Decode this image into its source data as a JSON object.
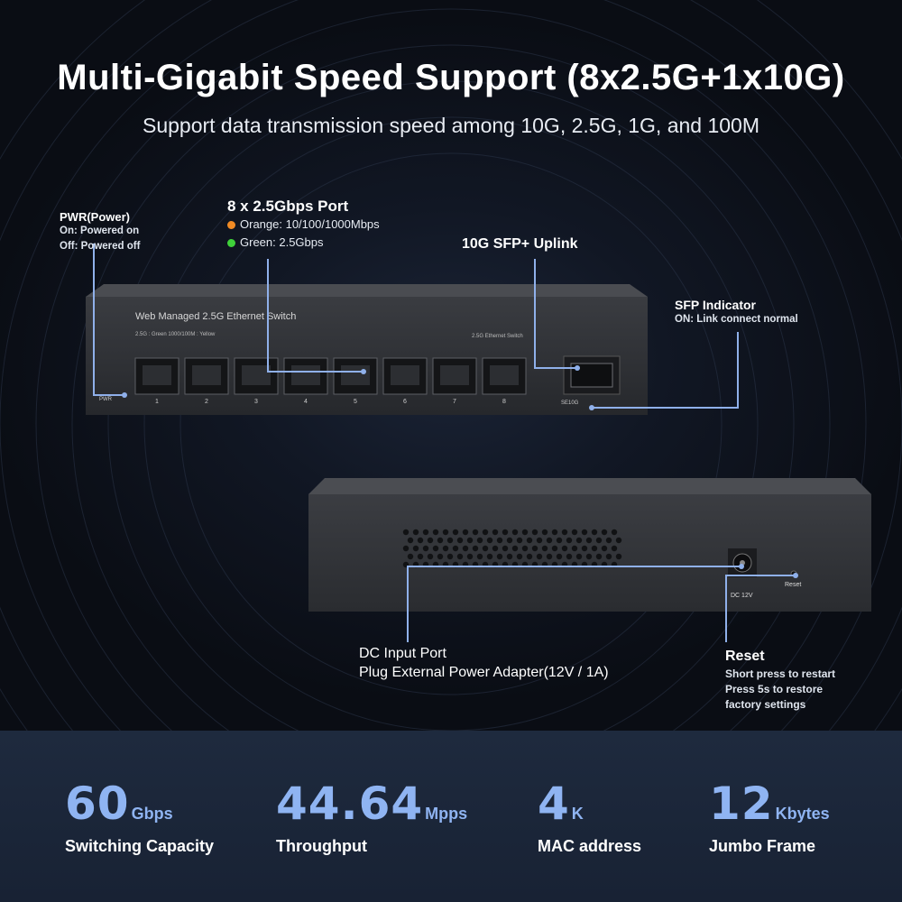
{
  "header": {
    "title": "Multi-Gigabit Speed Support (8x2.5G+1x10G)",
    "subtitle": "Support data transmission speed among 10G, 2.5G, 1G, and 100M"
  },
  "callouts": {
    "pwr": {
      "title": "PWR(Power)",
      "line1": "On: Powered on",
      "line2": "Off: Powered off"
    },
    "ports": {
      "title": "8 x 2.5Gbps Port",
      "orange": "Orange: 10/100/1000Mbps",
      "green": "Green: 2.5Gbps"
    },
    "sfp_uplink": {
      "title": "10G SFP+ Uplink"
    },
    "sfp_indicator": {
      "title": "SFP Indicator",
      "line1": "ON: Link connect normal"
    },
    "dc": {
      "title": "DC Input Port",
      "line1": "Plug External Power Adapter(12V / 1A)"
    },
    "reset": {
      "title": "Reset",
      "line1": "Short press to restart",
      "line2": "Press 5s to restore",
      "line3": "factory settings"
    }
  },
  "device_front": {
    "name": "Web Managed 2.5G Ethernet Switch",
    "legend_left": "2.5G : Green    1000/100M : Yellow",
    "legend_right": "2.5G Ethernet Switch",
    "pwr_label": "PWR",
    "port_numbers": [
      "1",
      "2",
      "3",
      "4",
      "5",
      "6",
      "7",
      "8"
    ],
    "sfp_label": "SE10G"
  },
  "device_back": {
    "dc_label": "DC 12V",
    "reset_label": "Reset"
  },
  "stats": [
    {
      "value": "60",
      "unit": "Gbps",
      "label": "Switching Capacity"
    },
    {
      "value": "44.64",
      "unit": "Mpps",
      "label": "Throughput"
    },
    {
      "value": "4",
      "unit": "K",
      "label": "MAC address"
    },
    {
      "value": "12",
      "unit": "Kbytes",
      "label": "Jumbo Frame"
    }
  ],
  "colors": {
    "orange_led": "#f08a24",
    "green_led": "#3fd13a",
    "callout_line": "#8fb0ea",
    "stat_accent": "#8fb4f2"
  }
}
